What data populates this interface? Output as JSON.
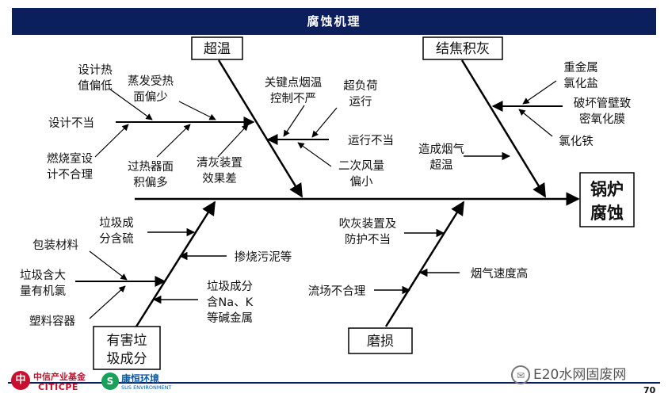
{
  "header": {
    "title": "腐蚀机理"
  },
  "effect": {
    "lines": [
      "锅炉",
      "腐蚀"
    ]
  },
  "categories": {
    "overtemp": {
      "label": "超温"
    },
    "coking": {
      "label": "结焦积灰"
    },
    "waste": {
      "lines": [
        "有害垃",
        "圾成分"
      ]
    },
    "wear": {
      "label": "磨损"
    }
  },
  "causes": {
    "design_heat": [
      "设计热",
      "值偏低"
    ],
    "evap": [
      "蒸发受热",
      "面偏少"
    ],
    "design_improper": "设计不当",
    "furnace": [
      "燃烧室设",
      "计不合理"
    ],
    "superheater": [
      "过热器面",
      "积偏多"
    ],
    "cleaning": [
      "清灰装置",
      "效果差"
    ],
    "key_temp": [
      "关键点烟温",
      "控制不严"
    ],
    "overload": [
      "超负荷",
      "运行"
    ],
    "improper_op": "运行不当",
    "secondary_air": [
      "二次风量",
      "偏小"
    ],
    "heavy_metal": [
      "重金属",
      "氯化盐"
    ],
    "oxide_film": [
      "破坏管壁致",
      "密氧化膜"
    ],
    "iron_chloride": "氯化铁",
    "flue_overtemp": [
      "造成烟气",
      "超温"
    ],
    "sulfur": [
      "垃圾成",
      "分含硫"
    ],
    "packaging": "包装材料",
    "sludge": "掺烧污泥等",
    "organic_cl": [
      "垃圾含大",
      "量有机氯"
    ],
    "alkali": [
      "垃圾成分",
      "含Na、K",
      "等碱金属"
    ],
    "plastic": "塑料容器",
    "sootblower": [
      "吹灰装置及",
      "防护不当"
    ],
    "flue_speed": "烟气速度高",
    "flow_field": "流场不合理"
  },
  "footer": {
    "logo1_mark": "中",
    "logo1_cn": "中信产业基金",
    "logo1_en": "CITICPE",
    "logo2_mark": "S",
    "logo2_cn": "康恒环境",
    "logo2_en": "SUS ENVIRONMENT",
    "watermark": "E20水网固废网",
    "page": "70"
  },
  "colors": {
    "header_bg": "#0b1f5c",
    "line": "#000000"
  }
}
